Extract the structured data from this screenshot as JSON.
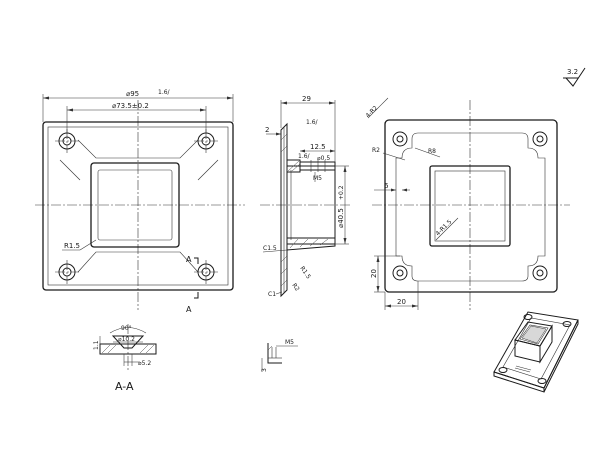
{
  "front_view": {
    "dim_outer": "⌀95",
    "dim_bolt_circle": "⌀73.5±0.2",
    "dim_radius": "R1.5",
    "section_mark_top": "A",
    "section_mark_bottom": "A"
  },
  "side_view": {
    "dim_width": "29",
    "dim_flange": "2",
    "dim_tube_outer": "12.5",
    "dim_thread": "M5",
    "dim_tube_d": "⌀40.5",
    "dim_tube_tol": "+0.2",
    "dim_fillet_r": "R1.5",
    "dim_r2": "R2",
    "dim_c1": "C1",
    "dim_c15": "C1.5",
    "dim_small": "⌀0.5"
  },
  "back_view": {
    "dim_4r2": "4-R2",
    "dim_r2": "R2",
    "dim_r8": "R8",
    "dim_6": "6",
    "dim_4r15": "4-R1.5",
    "dim_20_left": "20",
    "dim_20_bottom": "20"
  },
  "section_view": {
    "dim_angle": "90°",
    "dim_counterbore": "⌀10.2",
    "dim_hole": "⌀5.2",
    "dim_depth": "1.1",
    "label": "A-A"
  },
  "thread_detail": {
    "dim_thread": "M5",
    "dim_depth": "3"
  },
  "surface_finish": {
    "roughness": "3.2"
  }
}
